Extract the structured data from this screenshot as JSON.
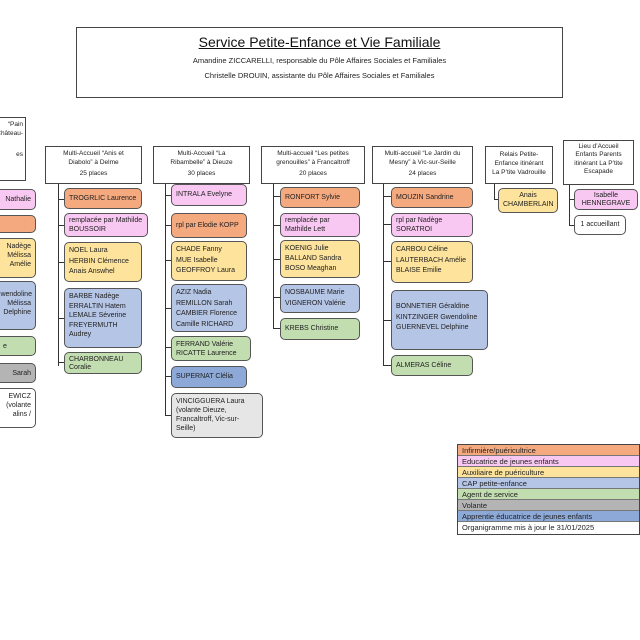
{
  "header": {
    "title": "Service Petite-Enfance et Vie Familiale",
    "line1": "Amandine ZICCARELLI, responsable du Pôle Affaires Sociales et Familiales",
    "line2": "Christelle DROUIN, assistante du Pôle Affaires Sociales et Familiales"
  },
  "colors": {
    "infirmiere": "#f4a97f",
    "educatrice": "#f9c8f2",
    "auxiliaire": "#fde39b",
    "cap": "#b5c5e6",
    "agent": "#c2ddb0",
    "volante": "#b4b4b4",
    "apprentie": "#8da9d8"
  },
  "col0": {
    "header": [
      "“Pain",
      "Château-",
      "es"
    ],
    "boxes": [
      [
        "Nathalie"
      ],
      [
        ""
      ],
      [
        "Nadège",
        "Mélissa",
        "Amélie"
      ],
      [
        "Gwendoline",
        "Mélissa",
        "Delphine"
      ],
      [
        "e"
      ],
      [
        "Sarah"
      ],
      [
        "EWICZ",
        "(volante",
        "alins     /"
      ]
    ]
  },
  "col1": {
    "header": [
      "Multi-Accueil “Anis et",
      "Diabolo” à Delme",
      "25 places"
    ],
    "boxes": [
      [
        "TROGRLIC Laurence"
      ],
      [
        "remplacée par Mathilde",
        "BOUSSOIR"
      ],
      [
        "NOEL Laura",
        "HERBIN Clémence",
        "Anais Answhel"
      ],
      [
        "BARBE Nadège",
        "ERRALTIN Hatem",
        "LEMALE Séverine",
        "FREYERMUTH",
        "Audrey"
      ],
      [
        "CHARBONNEAU",
        "Coralie"
      ]
    ]
  },
  "col2": {
    "header": [
      "Multi-Accueil “La",
      "Ribambelle” à Dieuze",
      "30 places"
    ],
    "boxes": [
      [
        "INTRALA Evelyne"
      ],
      [
        "rpl par Elodie KOPP"
      ],
      [
        "CHADE Fanny",
        "MUE Isabelle",
        "GEOFFROY Laura"
      ],
      [
        "AZIZ Nadia",
        "REMILLON Sarah",
        "CAMBIER Florence",
        "Camille RICHARD"
      ],
      [
        "FERRAND Valérie",
        "RICATTE Laurence"
      ],
      [
        "SUPERNAT Clélia"
      ],
      [
        "VINCIGGUERA Laura",
        "(volante Dieuze,",
        "Francaltroff, Vic-sur-",
        "Seille)"
      ]
    ]
  },
  "col3": {
    "header": [
      "Multi-accueil “Les petites",
      "grenouilles” à Francaltroff",
      "20 places"
    ],
    "boxes": [
      [
        "RONFORT Sylvie"
      ],
      [
        "remplacée par",
        "Mathilde Lett"
      ],
      [
        "KOENIG Julie",
        "BALLAND Sandra",
        "BOSO Meaghan"
      ],
      [
        "NOSBAUME Marie",
        "VIGNERON Valérie"
      ],
      [
        "KREBS Christine"
      ]
    ]
  },
  "col4": {
    "header": [
      "Multi-accueil “Le Jardin du",
      "Mesny” à Vic-sur-Seille",
      "24 places"
    ],
    "boxes": [
      [
        "MOUZIN Sandrine"
      ],
      [
        "rpl par Nadège",
        "SORATROI"
      ],
      [
        "CARBOU Céline",
        "LAUTERBACH Amélie",
        "BLAISE Emilie"
      ],
      [
        "BONNETIER Géraldine",
        "KINTZINGER Gwendoline",
        "GUERNEVEL Delphine"
      ],
      [
        "ALMERAS Céline"
      ]
    ]
  },
  "col5": {
    "header": [
      "Relais Petite-",
      "Enfance itinérant",
      "La P’tite Vadrouille"
    ],
    "boxes": [
      [
        "Anais",
        "CHAMBERLAIN"
      ]
    ]
  },
  "col6": {
    "header": [
      "Lieu d’Accueil",
      "Enfants Parents",
      "itinérant La P’tite",
      "Escapade"
    ],
    "boxes": [
      [
        "Isabelle",
        "HENNEGRAVE"
      ],
      [
        "1 accueillant"
      ]
    ]
  },
  "legend": {
    "items": [
      "Infirmière/puéricultrice",
      "Educatrice de jeunes enfants",
      "Auxiliaire de puériculture",
      "CAP petite-enfance",
      "Agent de service",
      "Volante",
      "Apprentie éducatrice de jeunes enfants"
    ],
    "footer": "Organigramme mis à jour le 31/01/2025"
  }
}
